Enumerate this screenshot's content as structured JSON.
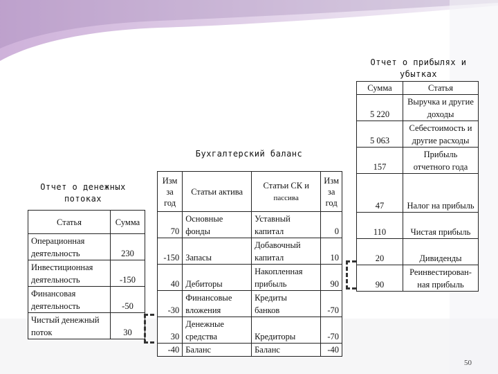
{
  "cash_flow": {
    "title_line1": "Отчет о денежных",
    "title_line2": "потоках",
    "headers": [
      "Статья",
      "Сумма"
    ],
    "rows": [
      {
        "item_line1": "Операционная",
        "item_line2": "деятельность",
        "amount": "230"
      },
      {
        "item_line1": "Инвестиционная",
        "item_line2": "деятельность",
        "amount": "-150"
      },
      {
        "item_line1": "Финансовая",
        "item_line2": "деятельность",
        "amount": "-50"
      },
      {
        "item_line1": "Чистый денежный",
        "item_line2": "поток",
        "amount": "30"
      }
    ]
  },
  "balance": {
    "title": "Бухгалтерский баланс",
    "headers": {
      "change_left": [
        "Изм",
        "за",
        "год"
      ],
      "assets": "Статьи актива",
      "liabilities": [
        "Статьи СК и",
        "пассива"
      ],
      "change_right": [
        "Изм",
        "за",
        "год"
      ]
    },
    "rows": [
      {
        "chg_a": "70",
        "asset_l1": "Основные",
        "asset_l2": "фонды",
        "liab_l1": "Уставный",
        "liab_l2": "капитал",
        "chg_l": "0"
      },
      {
        "chg_a": "-150",
        "asset_l1": "",
        "asset_l2": "Запасы",
        "liab_l1": "Добавочный",
        "liab_l2": "капитал",
        "chg_l": "10"
      },
      {
        "chg_a": "40",
        "asset_l1": "",
        "asset_l2": "Дебиторы",
        "liab_l1": "Накопленная",
        "liab_l2": "прибыль",
        "chg_l": "90"
      },
      {
        "chg_a": "-30",
        "asset_l1": "Финансовые",
        "asset_l2": "вложения",
        "liab_l1": "Кредиты",
        "liab_l2": "банков",
        "chg_l": "-70"
      },
      {
        "chg_a": "30",
        "asset_l1": "Денежные",
        "asset_l2": "средства",
        "liab_l1": "",
        "liab_l2": "Кредиторы",
        "chg_l": "-70"
      }
    ],
    "total": {
      "chg_a": "-40",
      "asset": "Баланс",
      "liab": "Баланс",
      "chg_l": "-40"
    }
  },
  "income": {
    "title_line1": "Отчет о прибылях и",
    "title_line2": "убытках",
    "headers": [
      "Сумма",
      "Статья"
    ],
    "rows": [
      {
        "amount": "5 220",
        "item_l1": "Выручка и другие",
        "item_l2": "доходы"
      },
      {
        "amount": "5 063",
        "item_l1": "Себестоимость и",
        "item_l2": "другие расходы"
      },
      {
        "amount": "157",
        "item_l1": "Прибыль",
        "item_l2": "отчетного года"
      },
      {
        "amount": "47",
        "item_l1": "",
        "item_l2": "Налог на прибыль"
      },
      {
        "amount": "110",
        "item_l1": "",
        "item_l2": "Чистая прибыль"
      },
      {
        "amount": "20",
        "item_l1": "",
        "item_l2": "Дивиденды"
      },
      {
        "amount": "90",
        "item_l1": "Реинвестирован-",
        "item_l2": "ная прибыль"
      }
    ]
  },
  "page_number": "50"
}
